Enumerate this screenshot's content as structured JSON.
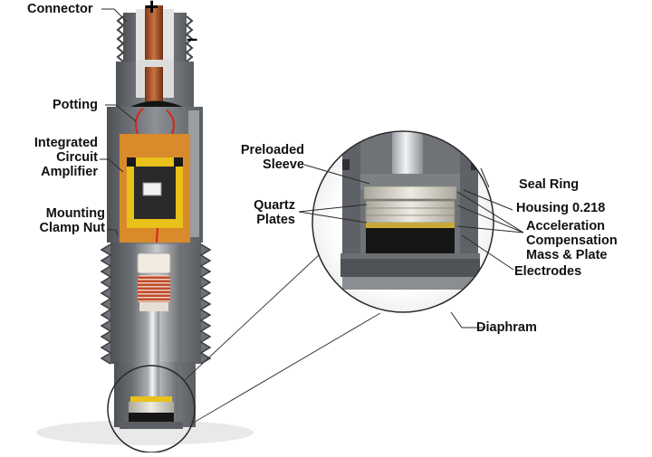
{
  "diagram": {
    "polarity": {
      "plus": "+",
      "minus": "–"
    },
    "labels": {
      "connector": "Connector",
      "potting": "Potting",
      "ic_amplifier_l1": "Integrated",
      "ic_amplifier_l2": "Circuit",
      "ic_amplifier_l3": "Amplifier",
      "mounting_l1": "Mounting",
      "mounting_l2": "Clamp Nut",
      "preloaded_l1": "Preloaded",
      "preloaded_l2": "Sleeve",
      "quartz_l1": "Quartz",
      "quartz_l2": "Plates",
      "seal_ring": "Seal Ring",
      "housing": "Housing 0.218",
      "accel_l1": "Acceleration",
      "accel_l2": "Compensation",
      "accel_l3": "Mass & Plate",
      "electrodes": "Electrodes",
      "diaphram": "Diaphram"
    },
    "colors": {
      "housing_gray": "#7d8085",
      "housing_dark": "#55585c",
      "copper": "#b35a2a",
      "potting_orange": "#d98a2b",
      "circuit_yellow": "#e8c11a",
      "quartz": "#d9d6cc",
      "electrode_black": "#161616"
    }
  }
}
